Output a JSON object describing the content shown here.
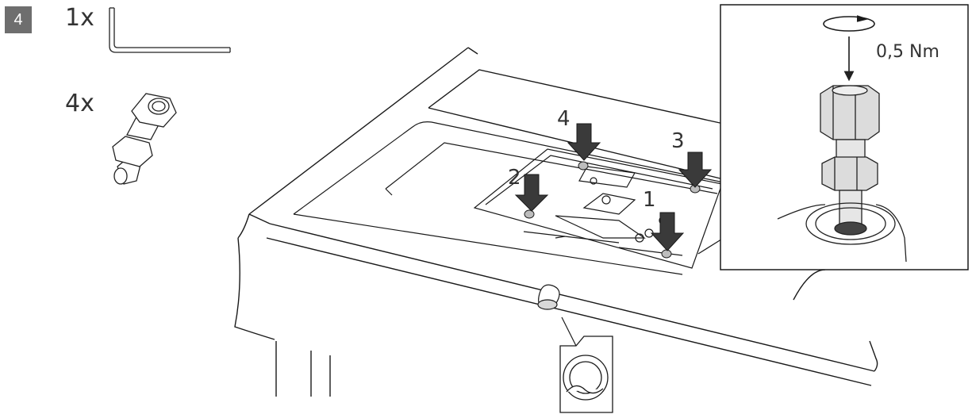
{
  "step": {
    "number": "4"
  },
  "parts": [
    {
      "quantity": "1x",
      "icon": "allen-key-icon"
    },
    {
      "quantity": "4x",
      "icon": "mounting-bolt-icon"
    }
  ],
  "callouts": [
    {
      "number": "1"
    },
    {
      "number": "2"
    },
    {
      "number": "3"
    },
    {
      "number": "4"
    }
  ],
  "detail": {
    "torque": "0,5 Nm",
    "icon": "rotate-clockwise-icon"
  },
  "colors": {
    "badge": "#6e6e6e",
    "arrow": "#3a3a3a",
    "line": "#1a1a1a",
    "hole": "#bdbdbd"
  }
}
